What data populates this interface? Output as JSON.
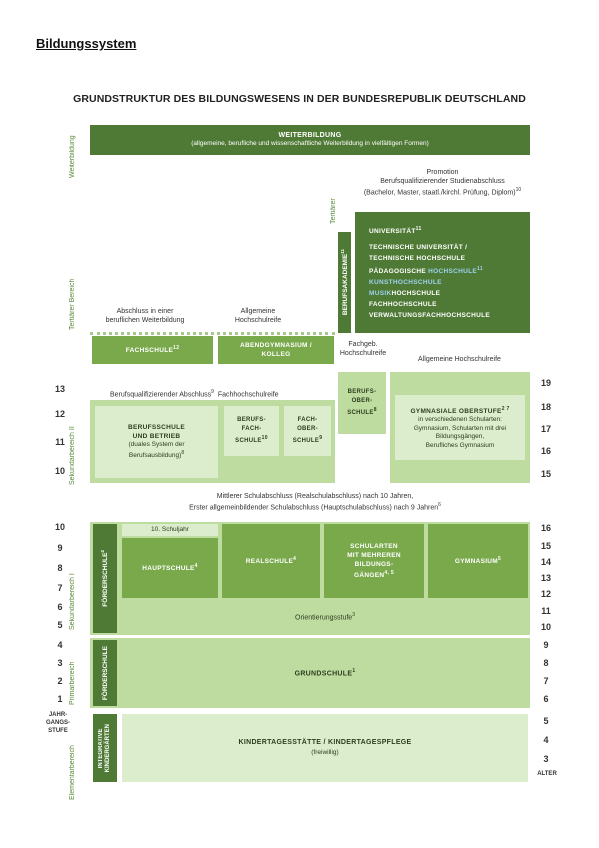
{
  "heading": "Bildungssystem",
  "title": "GRUNDSTRUKTUR DES BILDUNGSWESENS IN DER BUNDESREPUBLIK DEUTSCHLAND",
  "areas": {
    "weiterbildung": "Weiterbildung",
    "tertiaer": "Tertiärer Bereich",
    "tertiaer_small": "Tertiärer",
    "sek2": "Sekundarbereich II",
    "sek1": "Sekundarbereich I",
    "primar": "Primarbereich",
    "elementar": "Elementarbereich"
  },
  "weiterbildung": {
    "title": "WEITERBILDUNG",
    "sub": "(allgemeine, berufliche und wissenschaftliche Weiterbildung in vielfältigen Formen)"
  },
  "promotion": {
    "line1": "Promotion",
    "line2": "Berufsqualifizierender Studienabschluss",
    "line3": "(Bachelor, Master, staatl./kirchl. Prüfung, Diplom)",
    "sup": "10"
  },
  "universitaet": {
    "l1": "UNIVERSITÄT",
    "l1sup": "11",
    "l2": "TECHNISCHE UNIVERSITÄT /",
    "l3": "TECHNISCHE HOCHSCHULE",
    "l4a": "PÄDAGOGISCHE ",
    "l4b": "HOCHSCHULE",
    "l4sup": "11",
    "l5": "KUNSTHOCHSCHULE",
    "l6a": "MUSIK",
    "l6b": "HOCHSCHULE",
    "l7": "FACHHOCHSCHULE",
    "l8": "VERWALTUNGSFACHHOCHSCHULE",
    "highlight_color": "#9fd0ee"
  },
  "berufsakademie": {
    "label": "BERUFSAKADEMIE",
    "sup": "11"
  },
  "abschluss_weiterbildung": "Abschluss in einer beruflichen Weiterbildung",
  "hochschulreife_allg": "Allgemeine Hochschulreife",
  "fachschule": {
    "label": "FACHSCHULE",
    "sup": "12"
  },
  "abendgymnasium": "ABENDGYMNASIUM / KOLLEG",
  "fachgeb_hochschulreife": "Fachgeb. Hochschulreife",
  "allg_hochschulreife_right": "Allgemeine Hochschulreife",
  "berufsqualifizierend": {
    "text": "Berufsqualifizierender Abschluss",
    "sup": "9",
    "text2": "Fachhochschulreife"
  },
  "berufsschule": {
    "l1": "BERUFSSCHULE",
    "l2": "UND BETRIEB",
    "l3": "(duales System der",
    "l4": "Berufsausbildung)",
    "sup": "8"
  },
  "berufsfachschule": {
    "l1": "BERUFS-",
    "l2": "FACH-",
    "l3": "SCHULE",
    "sup": "10"
  },
  "fachoberschule": {
    "l1": "FACH-",
    "l2": "OBER-",
    "l3": "SCHULE",
    "sup": "9"
  },
  "berufsoberschule": {
    "l1": "BERUFS-",
    "l2": "OBER-",
    "l3": "SCHULE",
    "sup": "8"
  },
  "gym_oberstufe": {
    "title": "GYMNASIALE OBERSTUFE",
    "sup": "2 7",
    "l2": "in verschiedenen Schularten:",
    "l3": "Gymnasium, Schularten mit drei",
    "l4": "Bildungsgängen,",
    "l5": "Berufliches Gymnasium"
  },
  "mittlerer_abschluss": {
    "l1": "Mittlerer Schulabschluss (Realschulabschluss) nach 10 Jahren,",
    "l2": "Erster allgemeinbildender Schulabschluss (Hauptschulabschluss) nach 9 Jahren",
    "sup": "6"
  },
  "schuljahr10": "10. Schuljahr",
  "foerderschule": {
    "label": "FÖRDERSCHULE",
    "sup": "2"
  },
  "hauptschule": {
    "label": "HAUPTSCHULE",
    "sup": "4"
  },
  "realschule": {
    "label": "REALSCHULE",
    "sup": "4"
  },
  "schularten": {
    "l1": "SCHULARTEN",
    "l2": "MIT MEHREREN",
    "l3": "BILDUNGS-",
    "l4": "GÄNGEN",
    "sup": "4, 5"
  },
  "gymnasium": {
    "label": "GYMNASIUM",
    "sup": "5"
  },
  "orientierungsstufe": {
    "label": "Orientierungsstufe",
    "sup": "3"
  },
  "foerderschule_primar": "FÖRDERSCHULE",
  "grundschule": {
    "label": "GRUNDSCHULE",
    "sup": "1"
  },
  "integrative_kita": {
    "l1": "INTEGRATIVE",
    "l2": "KINDERGÄRTEN"
  },
  "kita": {
    "label": "KINDERTAGESSTÄTTE / KINDERTAGESPFLEGE",
    "sub": "(freiwillig)"
  },
  "jahrgangsstufe": {
    "l1": "JAHR-",
    "l2": "GANGS-",
    "l3": "STUFE"
  },
  "alter": "ALTER",
  "left_numbers_sek2": [
    "13",
    "12",
    "11",
    "10"
  ],
  "left_numbers_sek1": [
    "10",
    "9",
    "8",
    "7",
    "6",
    "5"
  ],
  "left_numbers_primar": [
    "4",
    "3",
    "2",
    "1"
  ],
  "right_numbers_sek2": [
    "19",
    "18",
    "17",
    "16",
    "15"
  ],
  "right_numbers_sek1": [
    "16",
    "15",
    "14",
    "13",
    "12",
    "11",
    "10"
  ],
  "right_numbers_primar": [
    "9",
    "8",
    "7",
    "6"
  ],
  "right_numbers_elem": [
    "5",
    "4",
    "3"
  ],
  "colors": {
    "dark": "#4f7a36",
    "mid": "#79a94b",
    "light": "#bfdca0",
    "pale": "#dcedcd"
  }
}
